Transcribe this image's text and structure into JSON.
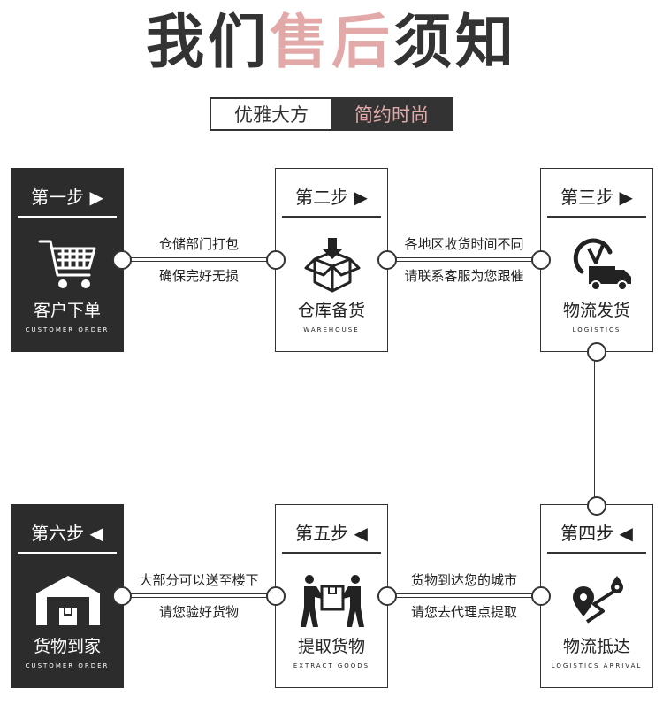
{
  "title": {
    "part1": "我们",
    "part2": "售后",
    "part3": "须知"
  },
  "subtitle": {
    "left": "优雅大方",
    "right": "简约时尚"
  },
  "steps": [
    {
      "label": "第一步 ▶",
      "name": "客户下单",
      "en": "CUSTOMER ORDER",
      "icon": "shopping-cart-icon"
    },
    {
      "label": "第二步 ▶",
      "name": "仓库备货",
      "en": "WAREHOUSE",
      "icon": "package-icon"
    },
    {
      "label": "第三步 ▶",
      "name": "物流发货",
      "en": "LOGISTICS",
      "icon": "delivery-truck-icon"
    },
    {
      "label": "第四步 ◀",
      "name": "物流抵达",
      "en": "LOGISTICS ARRIVAL",
      "icon": "location-pin-icon"
    },
    {
      "label": "第五步 ◀",
      "name": "提取货物",
      "en": "EXTRACT GOODS",
      "icon": "people-carrying-box-icon"
    },
    {
      "label": "第六步 ◀",
      "name": "货物到家",
      "en": "CUSTOMER ORDER",
      "icon": "garage-home-icon"
    }
  ],
  "connectors": [
    {
      "top": "仓储部门打包",
      "bottom": "确保完好无损"
    },
    {
      "top": "各地区收货时间不同",
      "bottom": "请联系客服为您跟催"
    },
    {
      "top": "货物到达您的城市",
      "bottom": "请您去代理点提取"
    },
    {
      "top": "大部分可以送至楼下",
      "bottom": "请您验好货物"
    }
  ]
}
